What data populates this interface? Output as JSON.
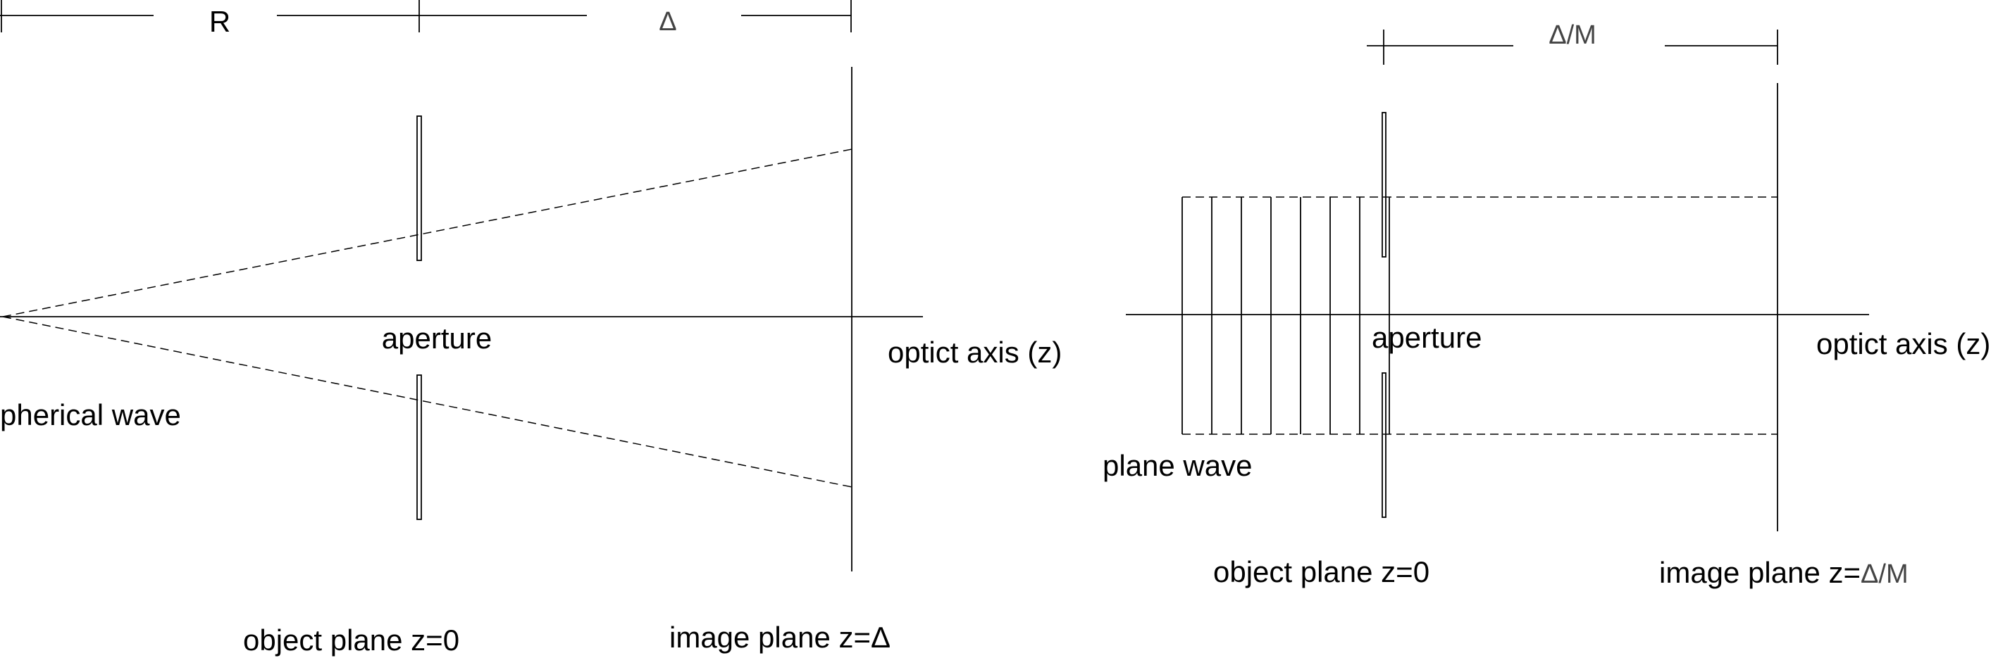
{
  "left_panel": {
    "dim_R": "R",
    "dim_delta": "Δ",
    "aperture_label": "aperture",
    "axis_label": "optict axis (z)",
    "source_label": "pherical wave",
    "object_plane_label": "object plane z=0",
    "image_plane_label": "image plane z=Δ"
  },
  "right_panel": {
    "dim_delta_over_M": "Δ/M",
    "aperture_label": "aperture",
    "axis_label": "optict axis (z)",
    "source_label": "plane wave",
    "object_plane_label": "object plane z=0",
    "image_plane_label_prefix": "image plane z=",
    "image_plane_label_suffix": "Δ/M"
  }
}
